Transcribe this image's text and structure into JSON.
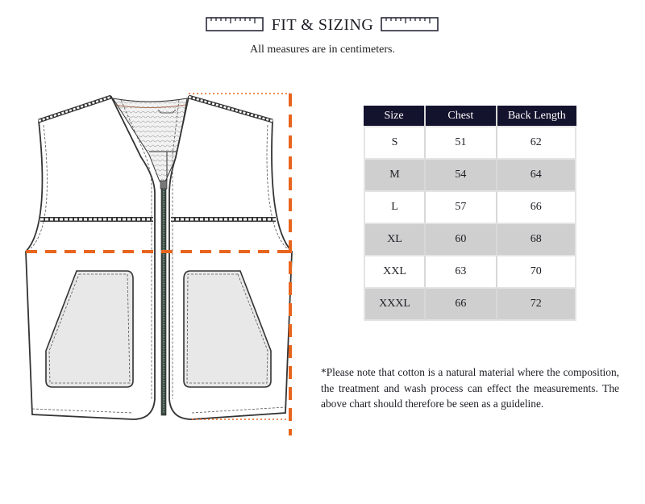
{
  "header": {
    "title": "FIT & SIZING",
    "subtitle": "All measures are in centimeters.",
    "icons": [
      "ruler-icon",
      "ruler-icon"
    ]
  },
  "illustration": {
    "subject": "vest-technical-drawing",
    "measure_line_color": "#e8651e",
    "measures": [
      "chest-width",
      "back-length"
    ]
  },
  "table": {
    "header_bg": "#13132e",
    "alt_row_bg": "#cfcfcf",
    "columns": [
      "Size",
      "Chest",
      "Back Length"
    ],
    "rows": [
      {
        "size": "S",
        "chest": "51",
        "back_length": "62"
      },
      {
        "size": "M",
        "chest": "54",
        "back_length": "64"
      },
      {
        "size": "L",
        "chest": "57",
        "back_length": "66"
      },
      {
        "size": "XL",
        "chest": "60",
        "back_length": "68"
      },
      {
        "size": "XXL",
        "chest": "63",
        "back_length": "70"
      },
      {
        "size": "XXXL",
        "chest": "66",
        "back_length": "72"
      }
    ]
  },
  "note": "*Please note that cotton is a natural material where the composition, the treatment and wash process can effect the measurements. The above chart should therefore be seen as a guideline."
}
